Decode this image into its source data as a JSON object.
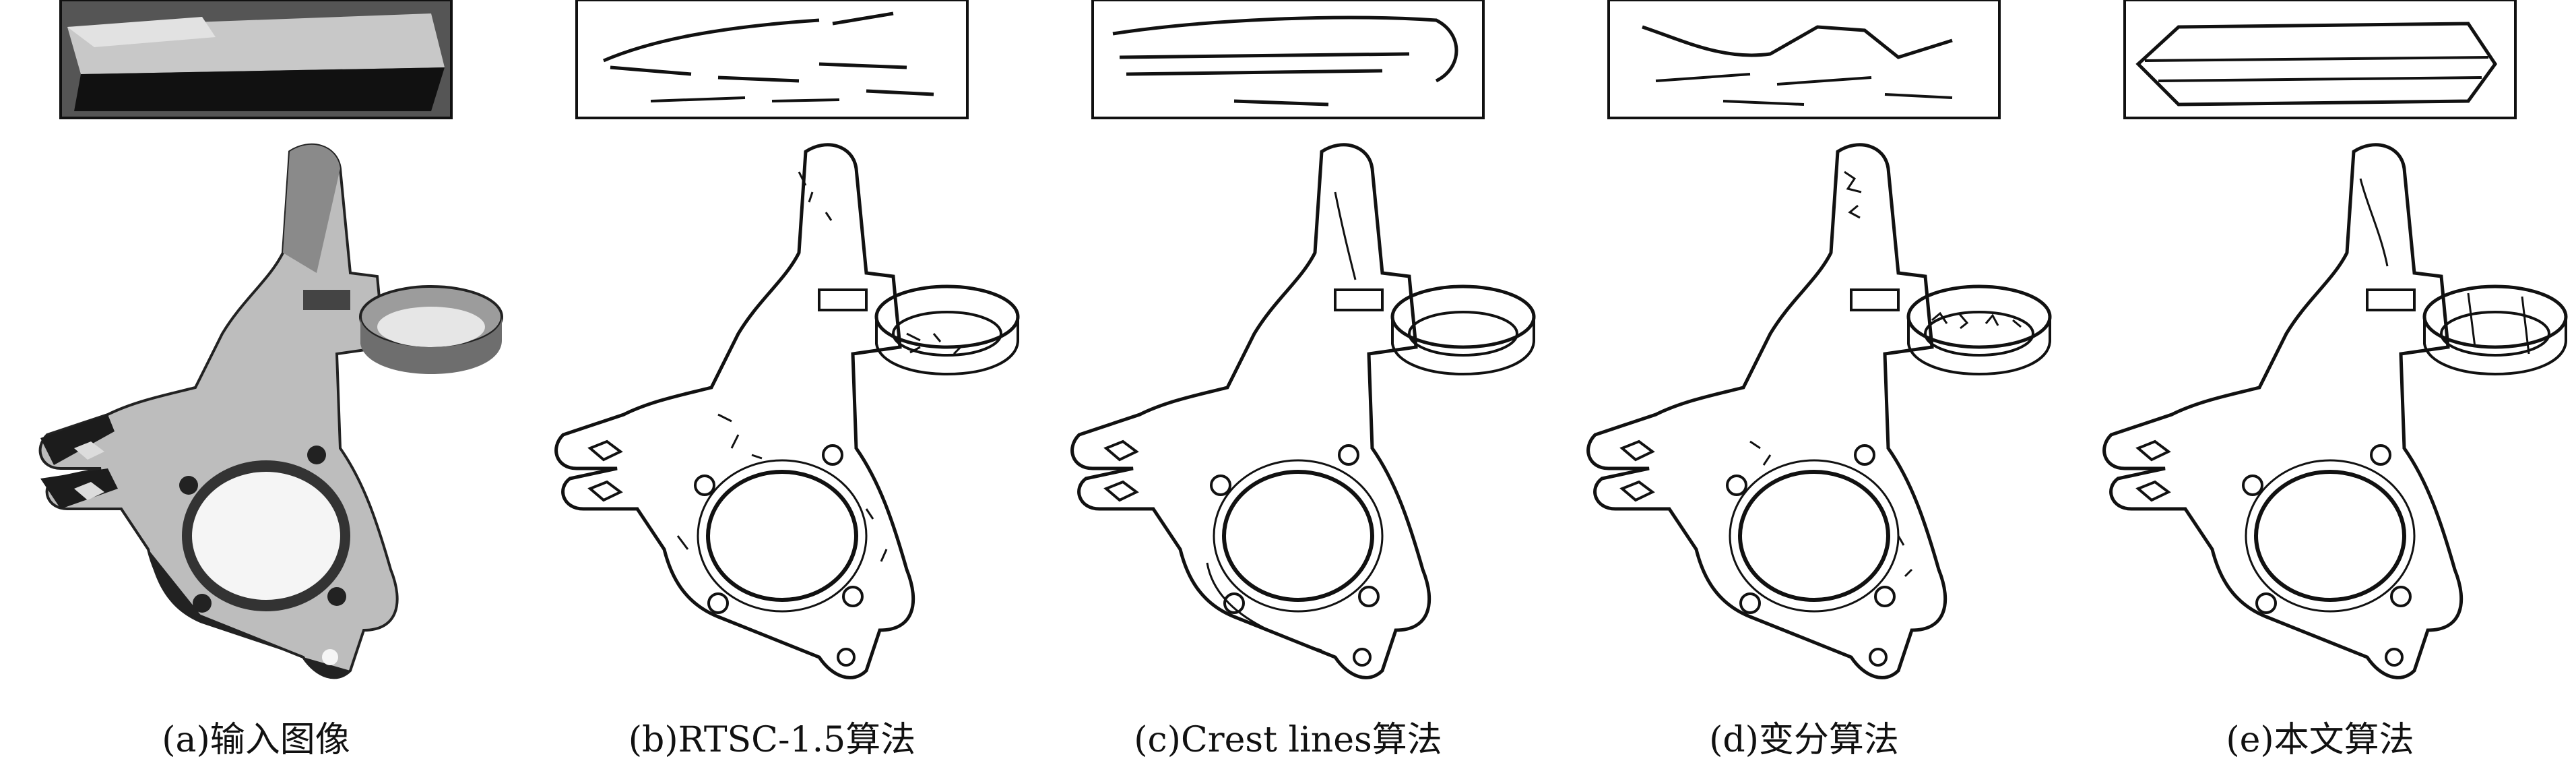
{
  "figure": {
    "panels": [
      {
        "id": "a",
        "caption": "(a)输入图像"
      },
      {
        "id": "b",
        "caption": "(b)RTSC-1.5算法"
      },
      {
        "id": "c",
        "caption": "(c)Crest lines算法"
      },
      {
        "id": "d",
        "caption": "(d)变分算法"
      },
      {
        "id": "e",
        "caption": "(e)本文算法"
      }
    ]
  }
}
